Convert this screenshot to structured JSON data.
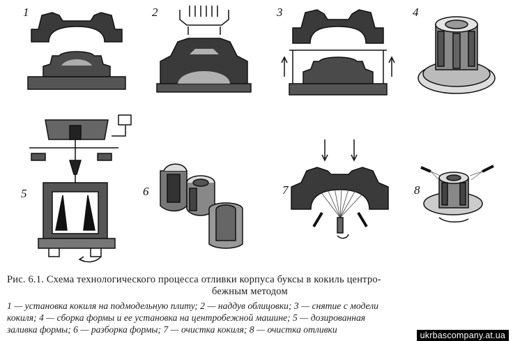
{
  "figure": {
    "numbers": [
      "1",
      "2",
      "3",
      "4",
      "5",
      "6",
      "7",
      "8"
    ]
  },
  "caption": {
    "title_line1": "Рис. 6.1. Схема технологического процесса отливки корпуса буксы в кокиль центро-",
    "title_line2": "бежным методом",
    "legend_lines": [
      "1 — установка кокиля на подмодельную плиту; 2 — наддув облицовки; 3 — снятие с модели",
      "кокиля; 4 — сборка формы и ее установка на центробежной машине; 5 — дозированная",
      "заливка формы; 6 — разборка формы; 7 — очистка кокиля; 8 — очистка отливки"
    ]
  },
  "watermark": "ukrbascompany.at.ua"
}
